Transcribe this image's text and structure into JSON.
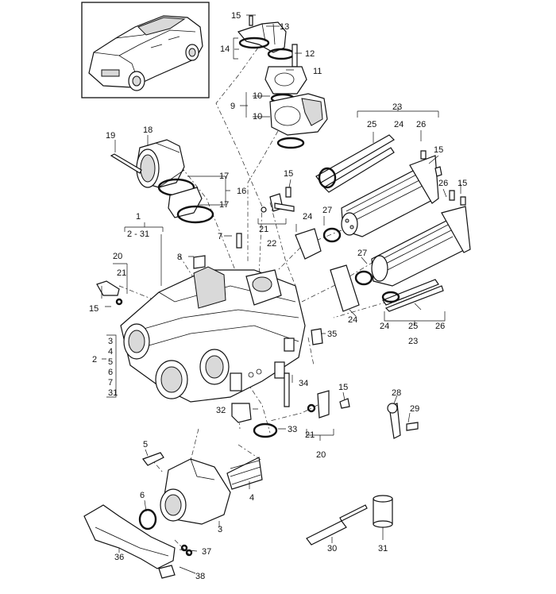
{
  "callouts": {
    "c1": "1",
    "c2": "2",
    "c2_31": "2 - 31",
    "c3": "3",
    "c3b": "3",
    "c4": "4",
    "c4b": "4",
    "c5": "5",
    "c5b": "5",
    "c6": "6",
    "c6b": "6",
    "c7": "7",
    "c7b": "7",
    "c8": "8",
    "c9": "9",
    "c10a": "10",
    "c10b": "10",
    "c11": "11",
    "c12": "12",
    "c13": "13",
    "c14": "14",
    "c15a": "15",
    "c15b": "15",
    "c15c": "15",
    "c15d": "15",
    "c15e": "15",
    "c15f": "15",
    "c16": "16",
    "c17a": "17",
    "c17b": "17",
    "c18": "18",
    "c19": "19",
    "c20a": "20",
    "c20b": "20",
    "c21a": "21",
    "c21b": "21",
    "c21c": "21",
    "c22": "22",
    "c23a": "23",
    "c23b": "23",
    "c24a": "24",
    "c24b": "24",
    "c24c": "24",
    "c24d": "24",
    "c25a": "25",
    "c25b": "25",
    "c26a": "26",
    "c26b": "26",
    "c26c": "26",
    "c27a": "27",
    "c27b": "27",
    "c28": "28",
    "c29": "29",
    "c30": "30",
    "c31": "31",
    "c31b": "31",
    "c32": "32",
    "c33": "33",
    "c34": "34",
    "c35": "35",
    "c36": "36",
    "c37": "37",
    "c38": "38"
  },
  "colors": {
    "line": "#111111",
    "background": "#ffffff",
    "shade": "#d9d9d9"
  }
}
